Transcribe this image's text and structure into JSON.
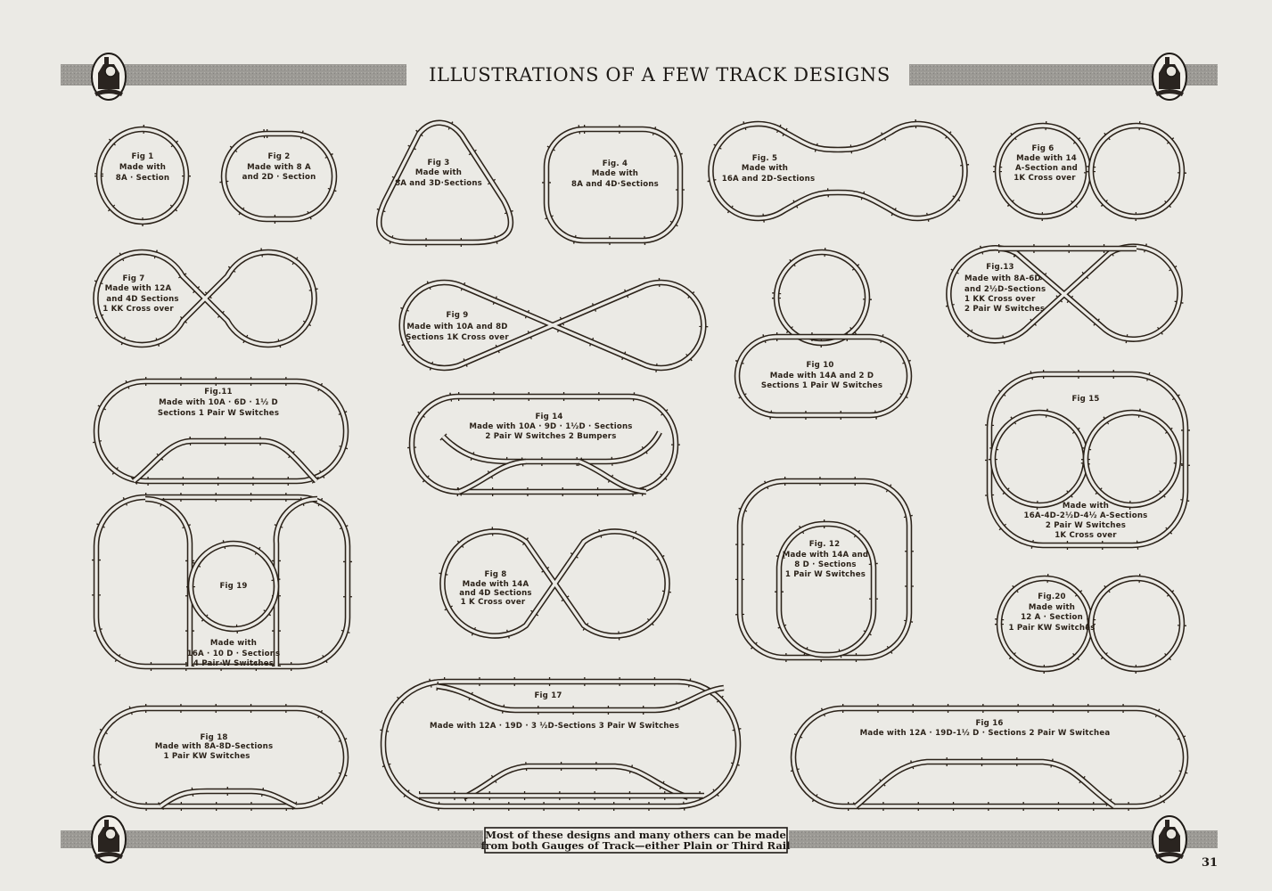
{
  "header": {
    "title": "ILLUSTRATIONS OF A FEW TRACK DESIGNS",
    "logo": "locomotive-emblem"
  },
  "footer": {
    "note_line1": "Most of these designs and many others can be made",
    "note_line2": "from both Gauges of Track—either Plain or Third Rail",
    "page_number": "31"
  },
  "colors": {
    "paper": "#ebeae5",
    "ink": "#2b2219",
    "banner": "#9a9893"
  },
  "figures": {
    "f1": [
      "Fig 1",
      "Made with",
      "8A · Section"
    ],
    "f2": [
      "Fig 2",
      "Made with 8 A",
      "and 2D · Section"
    ],
    "f3": [
      "Fig 3",
      "Made with",
      "8A and 3D·Sections"
    ],
    "f4": [
      "Fig. 4",
      "Made with",
      "8A and 4D·Sections"
    ],
    "f5": [
      "Fig. 5",
      "Made with",
      "16A and 2D-Sections"
    ],
    "f6": [
      "Fig 6",
      "Made with 14",
      "A-Section and",
      "1K Cross over"
    ],
    "f7": [
      "Fig 7",
      "Made with 12A",
      "and 4D Sections",
      "1 KK Cross over"
    ],
    "f8": [
      "Fig 8",
      "Made with 14A",
      "and 4D Sections",
      "1 K Cross over"
    ],
    "f9": [
      "Fig 9",
      "Made with 10A and 8D",
      "Sections 1K Cross over"
    ],
    "f10": [
      "Fig 10",
      "Made with 14A and 2 D",
      "Sections 1 Pair W Switches"
    ],
    "f11": [
      "Fig.11",
      "Made with 10A · 6D · 1½ D",
      "Sections 1 Pair W Switches"
    ],
    "f12": [
      "Fig. 12",
      "Made with 14A and",
      "8 D · Sections",
      "1 Pair W Switches"
    ],
    "f13": [
      "Fig.13",
      "Made with 8A-6D",
      "and 2½D-Sections",
      "1 KK Cross over",
      "2 Pair W Switches"
    ],
    "f14": [
      "Fig 14",
      "Made with 10A · 9D · 1½D · Sections",
      "2 Pair W Switches 2 Bumpers"
    ],
    "f15": [
      "Fig 15",
      "Made with",
      "16A-4D-2½D-4½ A-Sections",
      "2 Pair W Switches",
      "1K Cross over"
    ],
    "f16": [
      "Fig 16",
      "Made with 12A · 19D-1½ D · Sections 2 Pair W Switchea"
    ],
    "f17": [
      "Fig 17",
      "Made with 12A · 19D · 3 ½D-Sections 3 Pair W Switches"
    ],
    "f18": [
      "Fig 18",
      "Made with 8A-8D-Sections",
      "1 Pair KW Switches"
    ],
    "f19": [
      "Fig 19",
      "Made with",
      "16A · 10 D · Sections",
      "4 Pair W Switches"
    ],
    "f20": [
      "Fig.20",
      "Made with",
      "12 A · Section",
      "1 Pair KW Switches"
    ]
  }
}
